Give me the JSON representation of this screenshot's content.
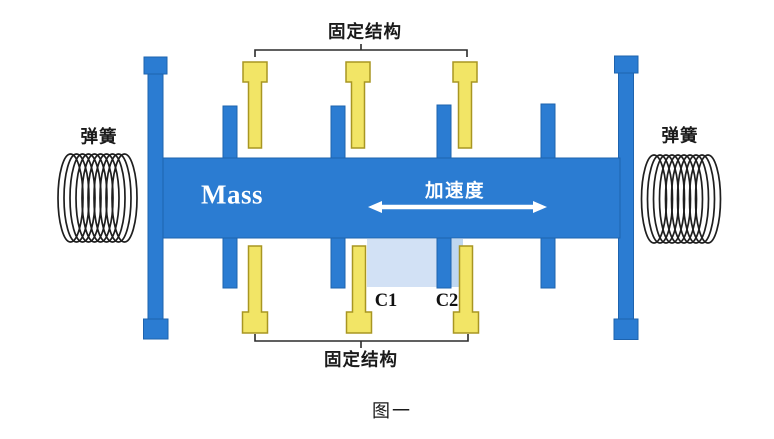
{
  "figure": {
    "caption": "图一",
    "mass_label": "Mass",
    "acceleration_label": "加速度",
    "fixed_structure_top_label": "固定结构",
    "fixed_structure_bottom_label": "固定结构",
    "spring_left_label": "弹簧",
    "spring_right_label": "弹簧",
    "capacitor1_label": "C1",
    "capacitor2_label": "C2",
    "colors": {
      "structure_blue": "#2b7cd2",
      "structure_blue_border": "#1e63ae",
      "comb_yellow": "#f2e566",
      "comb_yellow_border": "#a89622",
      "capacitor_highlight": "#d2e1f5",
      "capacitor_highlight_dark": "#bfd7f0",
      "spring_stroke": "#1f1f1f",
      "bracket_stroke": "#2b2b2b",
      "label_dark": "#1a1a1a",
      "label_light": "#ffffff"
    }
  }
}
